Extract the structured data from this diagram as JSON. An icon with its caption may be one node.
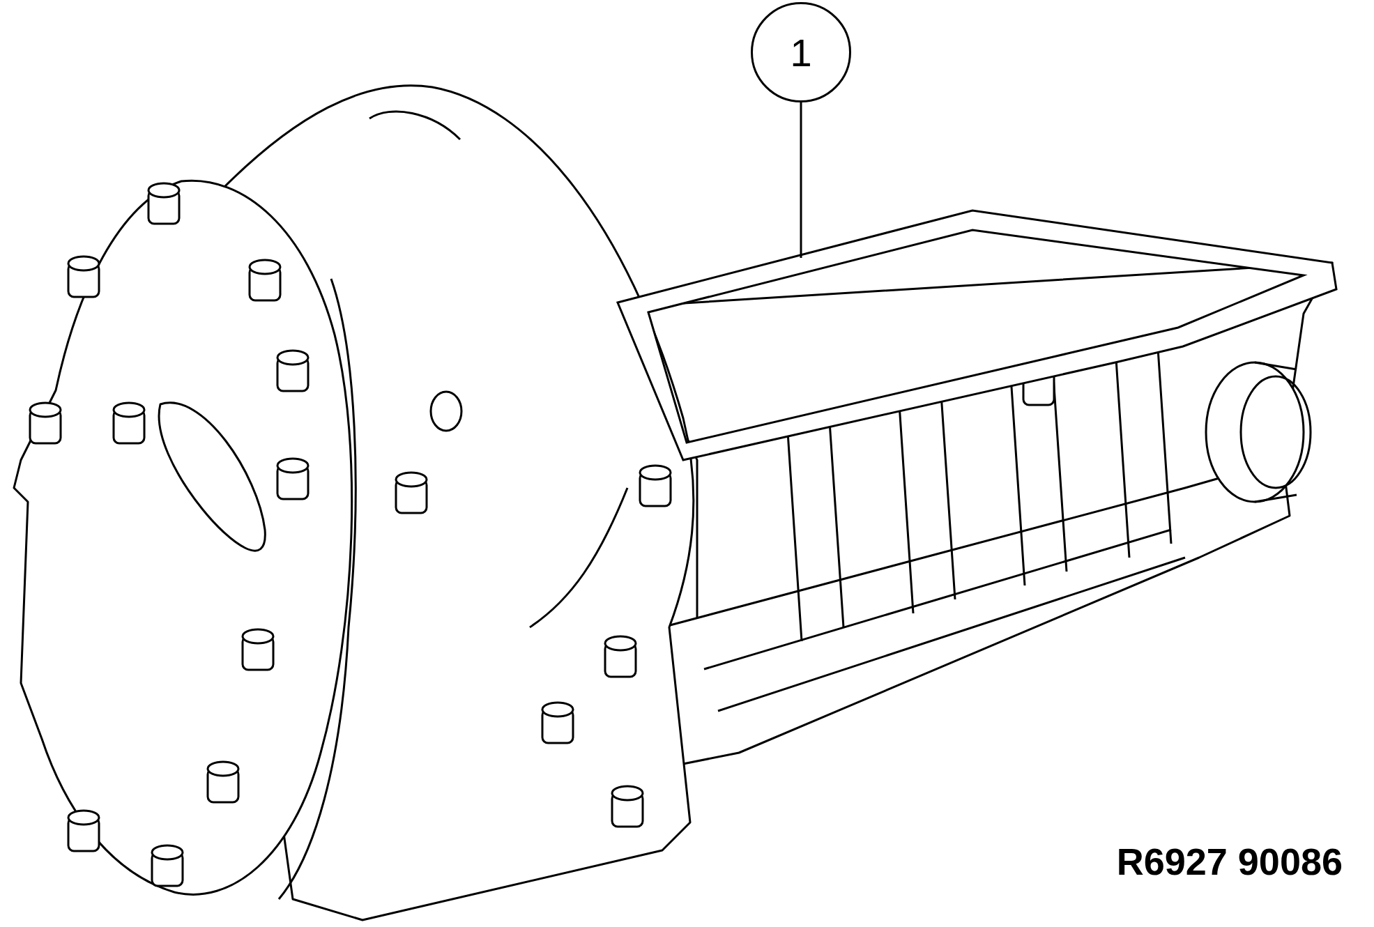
{
  "diagram": {
    "nodes": [
      {
        "text": [
          "1"
        ]
      },
      {
        "text": [],
        "shape": "picture"
      }
    ],
    "edges": [
      {
        "from": 0,
        "to": 1,
        "arrow": "none"
      }
    ],
    "labels": [
      "R6927 90086"
    ]
  }
}
